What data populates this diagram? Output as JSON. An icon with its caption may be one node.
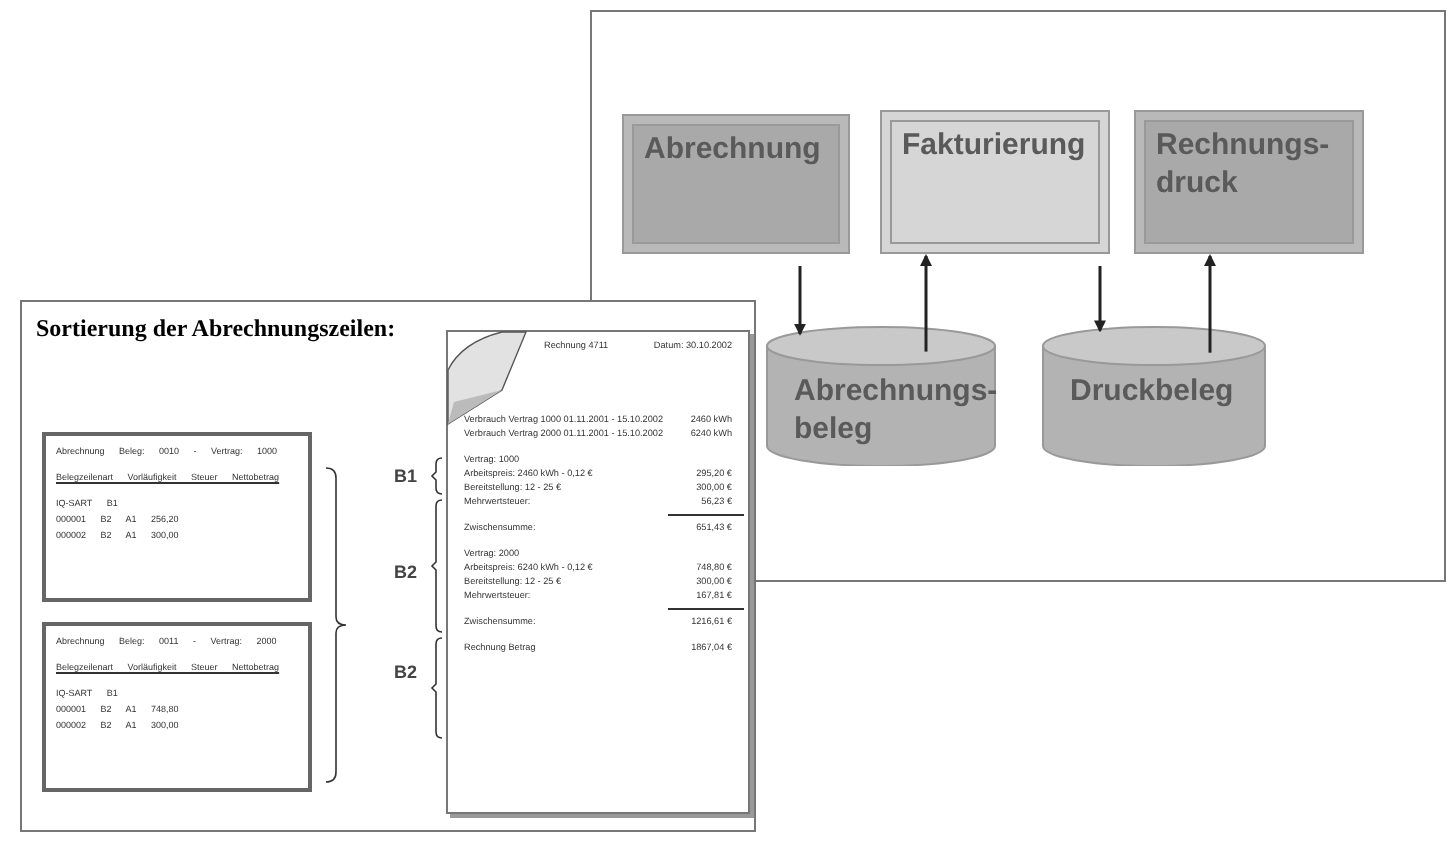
{
  "diagram": {
    "nodes": [
      {
        "text": [
          "Abrechnung"
        ]
      },
      {
        "text": [
          "Fakturierung"
        ]
      },
      {
        "text": [
          "Rechnungs- druck"
        ]
      },
      {
        "text": [
          "Abrechnungs- beleg"
        ]
      },
      {
        "text": [
          "Druckbeleg"
        ]
      },
      {
        "text": [
          "Abrechnung Beleg: 0010 - Vertrag: 1000",
          "Belegzeilenart Vorläufigkeit Steuer Nettobetrag",
          "IQ-SART B1",
          "000001 B2 A1 256,20",
          "000002 B2 A1 300,00"
        ]
      },
      {
        "text": [
          "Abrechnung Beleg: 0011 - Vertrag: 2000",
          "Belegzeilenart Vorläufigkeit Steuer Nettobetrag",
          "IQ-SART B1",
          "000001 B2 A1 748,80",
          "000002 B2 A1 300,00"
        ]
      },
      {
        "text": [
          "Rechnung 4711",
          "Datum: 30.10.2002",
          "Verbrauch Vertrag 1000 01.11.2001 - 15.10.2002",
          "2460 kWh",
          "Verbrauch Vertrag 2000 01.11.2001 - 15.10.2002",
          "6240 kWh",
          "Vertrag: 1000",
          "Arbeitspreis: 2460 kWh - 0,12 €",
          "295,20 €",
          "Bereitstellung: 12 - 25 €",
          "300,00 €",
          "Mehrwertsteuer:",
          "56,23 €",
          "Zwischensumme:",
          "651,43 €",
          "Vertrag: 2000",
          "Arbeitspreis: 6240 kWh - 0,12 €",
          "748,80 €",
          "Bereitstellung: 12 - 25 €",
          "300,00 €",
          "Mehrwertsteuer:",
          "167,81 €",
          "Zwischensumme:",
          "1216,61 €",
          "Rechnung Betrag",
          "1867,04 €"
        ]
      }
    ],
    "edges": [
      {
        "from": 0,
        "to": 3,
        "arrow": "to"
      },
      {
        "from": 3,
        "to": 1,
        "arrow": "to"
      },
      {
        "from": 1,
        "to": 4,
        "arrow": "to"
      },
      {
        "from": 4,
        "to": 2,
        "arrow": "to"
      }
    ],
    "labels": [
      "Sortierung der Abrechnungszeilen:",
      "B1",
      "B2",
      "B2"
    ]
  }
}
